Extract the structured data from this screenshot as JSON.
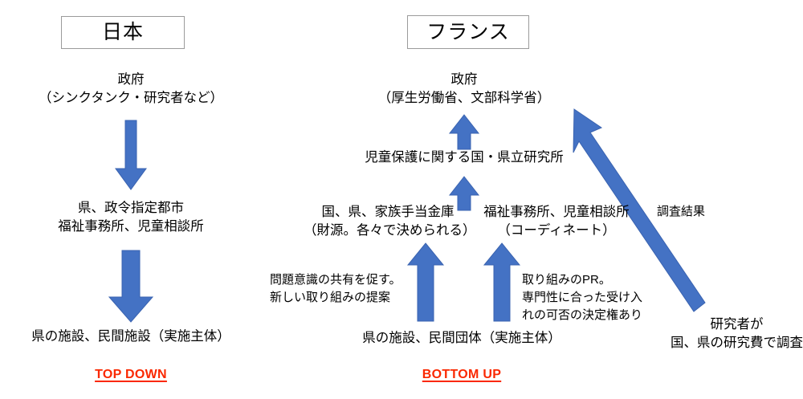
{
  "diagram": {
    "title_boxes": [
      {
        "id": "japan",
        "label": "日本"
      },
      {
        "id": "france",
        "label": "フランス"
      }
    ],
    "japan": {
      "nodes": [
        {
          "id": "jp-government",
          "text": "政府\n（シンクタンク・研究者など）"
        },
        {
          "id": "jp-prefecture",
          "text": "県、政令指定都市\n福祉事務所、児童相談所"
        },
        {
          "id": "jp-facilities",
          "text": "県の施設、民間施設（実施主体）"
        }
      ],
      "legend": "TOP DOWN"
    },
    "france": {
      "nodes": [
        {
          "id": "fr-government",
          "text": "政府\n（厚生労働省、文部科学省）"
        },
        {
          "id": "fr-institute",
          "text": "児童保護に関する国・県立研究所"
        },
        {
          "id": "fr-funding",
          "text": "国、県、家族手当金庫\n（財源。各々で決められる）"
        },
        {
          "id": "fr-welfare-office",
          "text": "福祉事務所、児童相談所\n（コーディネート）"
        },
        {
          "id": "fr-facilities",
          "text": "県の施設、民間団体（実施主体）"
        },
        {
          "id": "fr-researchers",
          "text": "研究者が\n国、県の研究費で調査"
        }
      ],
      "annotations": [
        {
          "id": "annot-awareness",
          "text": "問題意識の共有を促す。\n新しい取り組みの提案"
        },
        {
          "id": "annot-pr",
          "text": "取り組みのPR。\n専門性に合った受け入\nれの可否の決定権あり"
        },
        {
          "id": "annot-survey-result",
          "text": "調査結果"
        }
      ],
      "legend": "BOTTOM UP"
    },
    "colors": {
      "arrow_blue": "#4472C4",
      "arrow_blue_edge": "#3A63B0",
      "legend_red": "#FA2800",
      "box_border": "#9B9B9B",
      "text": "#000000",
      "background": "#FFFFFF"
    },
    "arrows": [
      {
        "id": "jp-arrow-gov-to-pref",
        "direction": "down"
      },
      {
        "id": "jp-arrow-pref-to-facility",
        "direction": "down"
      },
      {
        "id": "fr-arrow-institute-to-gov",
        "direction": "up"
      },
      {
        "id": "fr-arrow-lower-to-institute",
        "direction": "up"
      },
      {
        "id": "fr-arrow-facility-to-funding",
        "direction": "up"
      },
      {
        "id": "fr-arrow-facility-to-welfare",
        "direction": "up"
      },
      {
        "id": "fr-arrow-researcher-to-gov",
        "direction": "diagonal-up-left"
      }
    ]
  }
}
